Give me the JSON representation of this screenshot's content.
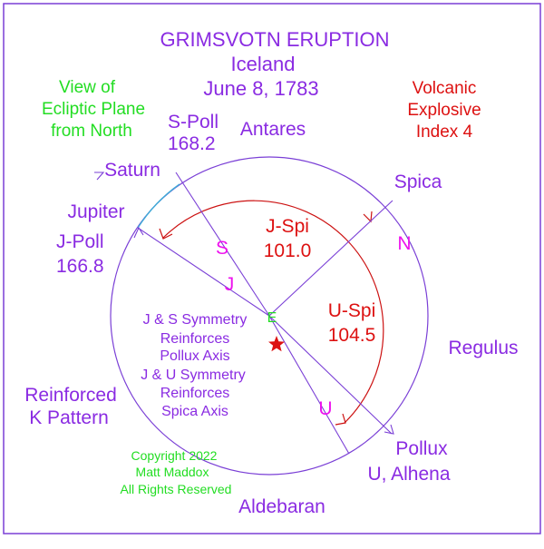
{
  "title": {
    "line1": "GRIMSVOTN ERUPTION",
    "line2": "Iceland",
    "line3": "June 8, 1783"
  },
  "view_note": {
    "line1": "View of",
    "line2": "Ecliptic Plane",
    "line3": "from North"
  },
  "vei": {
    "line1": "Volcanic",
    "line2": "Explosive",
    "line3": "Index 4"
  },
  "outer_labels": {
    "antares": "Antares",
    "saturn": "Saturn",
    "spica": "Spica",
    "jupiter": "Jupiter",
    "regulus": "Regulus",
    "pollux": "Pollux",
    "u_alhena": "U, Alhena",
    "aldebaran": "Aldebaran"
  },
  "s_poll": {
    "label": "S-Poll",
    "value": "168.2"
  },
  "j_poll": {
    "label": "J-Poll",
    "value": "166.8"
  },
  "j_spi": {
    "label": "J-Spi",
    "value": "101.0"
  },
  "u_spi": {
    "label": "U-Spi",
    "value": "104.5"
  },
  "markers": {
    "s": "S",
    "j": "J",
    "n": "N",
    "u": "U",
    "e": "E"
  },
  "symmetry_note": {
    "line1": "J & S  Symmetry",
    "line2": "Reinforces",
    "line3": "Pollux Axis",
    "line4": "J & U Symmetry",
    "line5": "Reinforces",
    "line6": "Spica Axis"
  },
  "pattern_note": {
    "line1": "Reinforced",
    "line2": "K Pattern"
  },
  "copyright": {
    "line1": "Copyright 2022",
    "line2": "Matt Maddox",
    "line3": "All Rights Reserved"
  },
  "colors": {
    "frame": "#7a3fd6",
    "purple_text": "#8a2be2",
    "red": "#dd1111",
    "green": "#22dd22",
    "magenta": "#ee11ee",
    "cyan_arc": "#3fa9d6"
  }
}
